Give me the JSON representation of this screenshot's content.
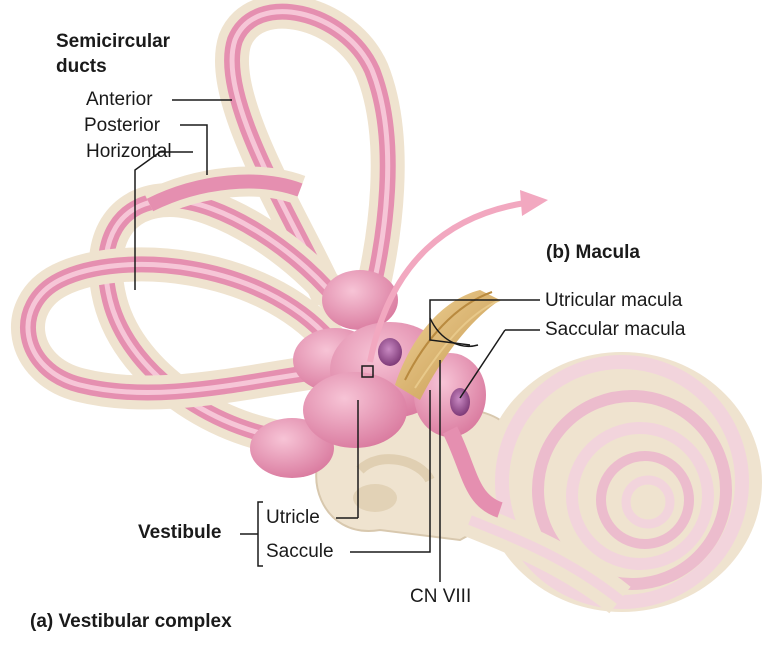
{
  "labels": {
    "semicircular_ducts": [
      "Semicircular",
      "ducts"
    ],
    "anterior": "Anterior",
    "posterior": "Posterior",
    "horizontal": "Horizontal",
    "macula_panel": "(b) Macula",
    "utricular_macula": "Utricular macula",
    "saccular_macula": "Saccular macula",
    "vestibule": "Vestibule",
    "utricle": "Utricle",
    "saccule": "Saccule",
    "cn_viii": "CN VIII",
    "vestibular_complex": "(a) Vestibular complex"
  },
  "colors": {
    "membranous_pink": "#e58fb0",
    "bony_cream": "#efe3cf",
    "macula_purple": "#9b4f93",
    "nerve_tan": "#d9b46a",
    "arrow_pink": "#f2a8c0",
    "leader_line": "#1a1a1a"
  }
}
